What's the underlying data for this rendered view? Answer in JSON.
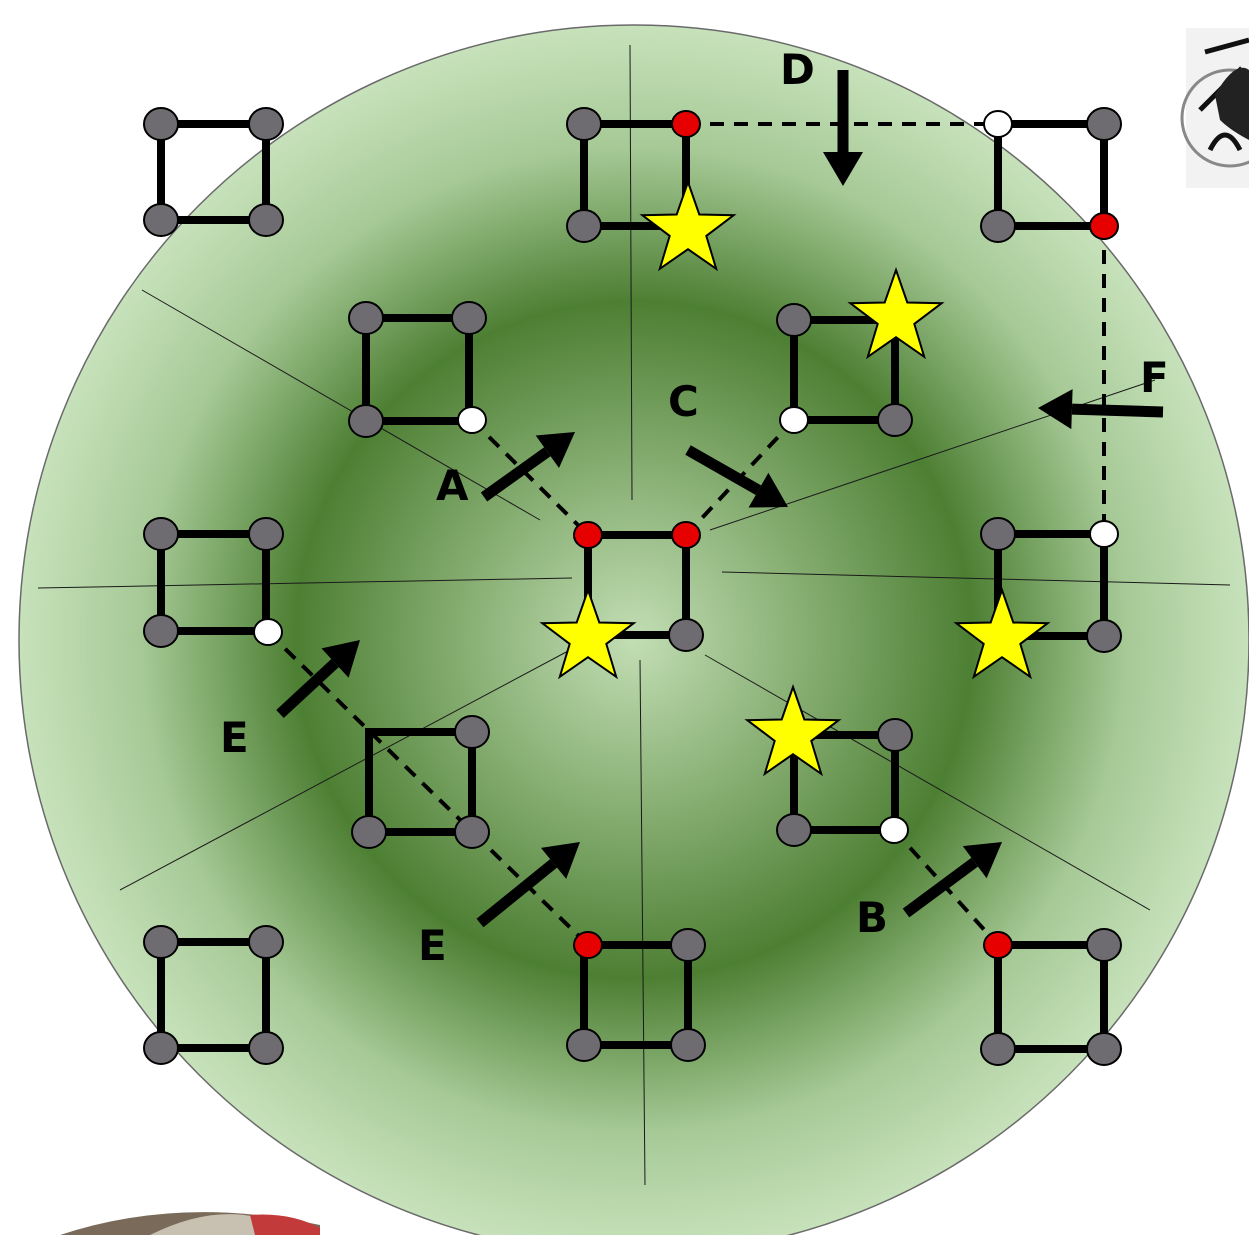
{
  "labels": {
    "A": "A",
    "B": "B",
    "C": "C",
    "D": "D",
    "E1": "E",
    "E2": "E",
    "F": "F"
  },
  "colors": {
    "disc_center": "#c2deb4",
    "disc_ring": "#4d7f33",
    "disc_edge": "#c7e2bb",
    "node_gray": "#6e6c70",
    "node_red": "#e60000",
    "node_white": "#ffffff",
    "star": "#ffff00"
  },
  "icons": [
    "star-icon",
    "arrow-icon",
    "horse-emblem-icon",
    "photo-fragment"
  ]
}
